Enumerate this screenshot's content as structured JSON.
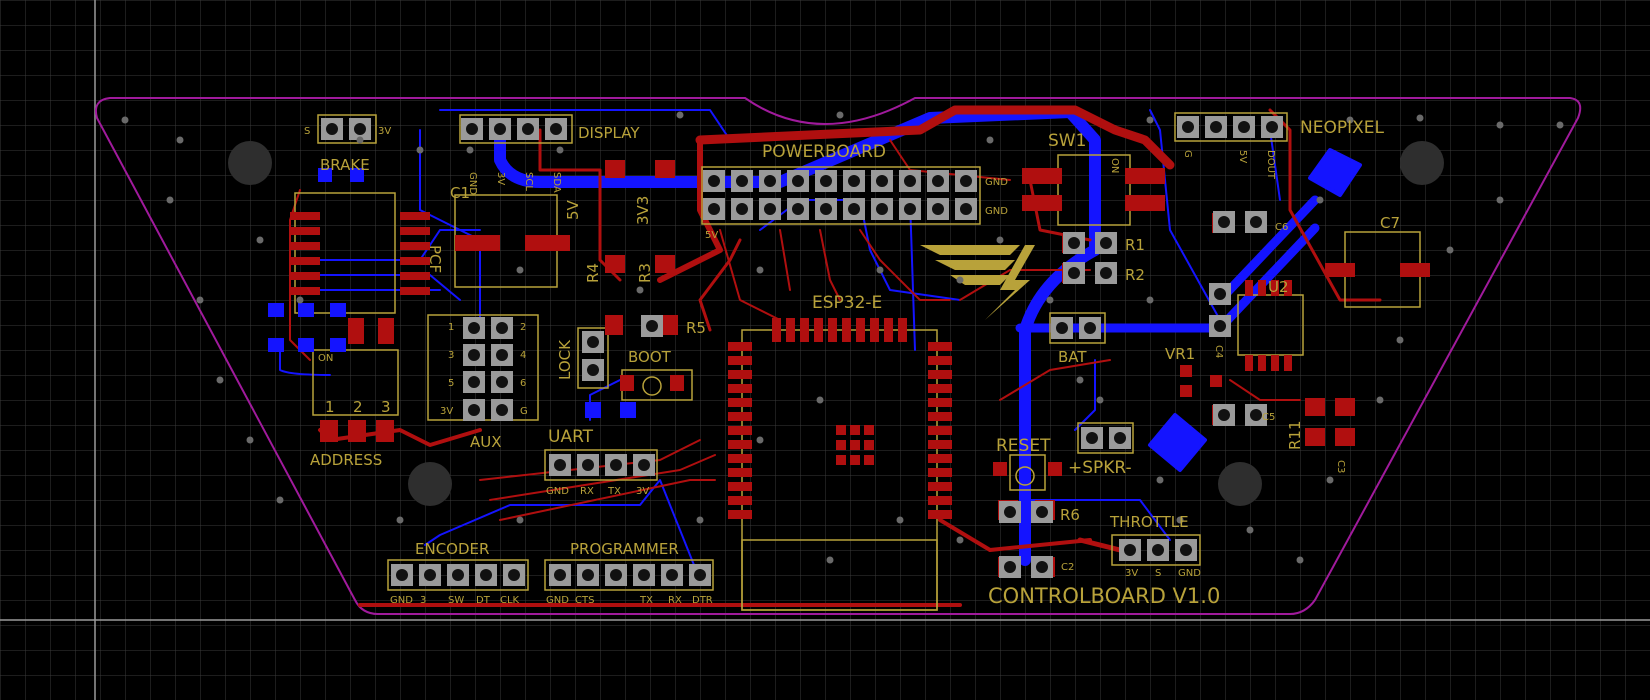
{
  "colors": {
    "background": "#000000",
    "grid": "#3a3a3a",
    "outline": "#a01a9c",
    "top_copper": "#b00f0f",
    "bottom_copper": "#1414ff",
    "silkscreen": "#b8a23a",
    "pad": "#9a9a9a",
    "hole": "#2e2e2e"
  },
  "icons": {
    "logo": "lightning-wing-logo",
    "mounting_hole": "mounting-hole-icon"
  },
  "board": {
    "title": "CONTROLBOARD V1.0",
    "components": {
      "brake": {
        "label": "BRAKE",
        "pins": [
          "S",
          "3V"
        ]
      },
      "display": {
        "label": "DISPLAY",
        "pins": [
          "GND",
          "3V",
          "SCL",
          "SDA"
        ]
      },
      "powerboard": {
        "label": "POWERBOARD",
        "side_pins": [
          "GND",
          "GND"
        ],
        "pin_5v": "5V"
      },
      "sw1": {
        "label": "SW1",
        "on": "ON"
      },
      "neopixel": {
        "label": "NEOPIXEL",
        "pins": [
          "G",
          "5V",
          "DOUT"
        ]
      },
      "c1": "C1",
      "pcf": "PCF",
      "reg_5v": "5V",
      "reg_3v3": "3V3",
      "r1": "R1",
      "r2": "R2",
      "r3": "R3",
      "r4": "R4",
      "r5": "R5",
      "r6": "R6",
      "r11": "R11",
      "c2": "C2",
      "c3": "C3",
      "c4": "C4",
      "c5": "C5",
      "c6": "C6",
      "c7": "C7",
      "u2": "U2",
      "vr1": "VR1",
      "esp": "ESP32-E",
      "lock": "LOCK",
      "boot": "BOOT",
      "bat": "BAT",
      "aux": {
        "label": "AUX",
        "pins": [
          "1",
          "2",
          "3",
          "4",
          "5",
          "6",
          "3V",
          "G"
        ]
      },
      "address": {
        "label": "ADDRESS",
        "on": "ON",
        "nums": [
          "1",
          "2",
          "3"
        ]
      },
      "uart": {
        "label": "UART",
        "pins": [
          "GND",
          "RX",
          "TX",
          "3V"
        ]
      },
      "reset": "RESET",
      "spkr": "+SPKR-",
      "encoder": {
        "label": "ENCODER",
        "pins": [
          "GND",
          "3",
          "SW",
          "DT",
          "CLK"
        ]
      },
      "programmer": {
        "label": "PROGRAMMER",
        "pins": [
          "GND",
          "CTS",
          "",
          "TX",
          "RX",
          "DTR"
        ]
      },
      "throttle": {
        "label": "THROTTLE",
        "pins": [
          "3V",
          "S",
          "GND"
        ]
      }
    }
  }
}
